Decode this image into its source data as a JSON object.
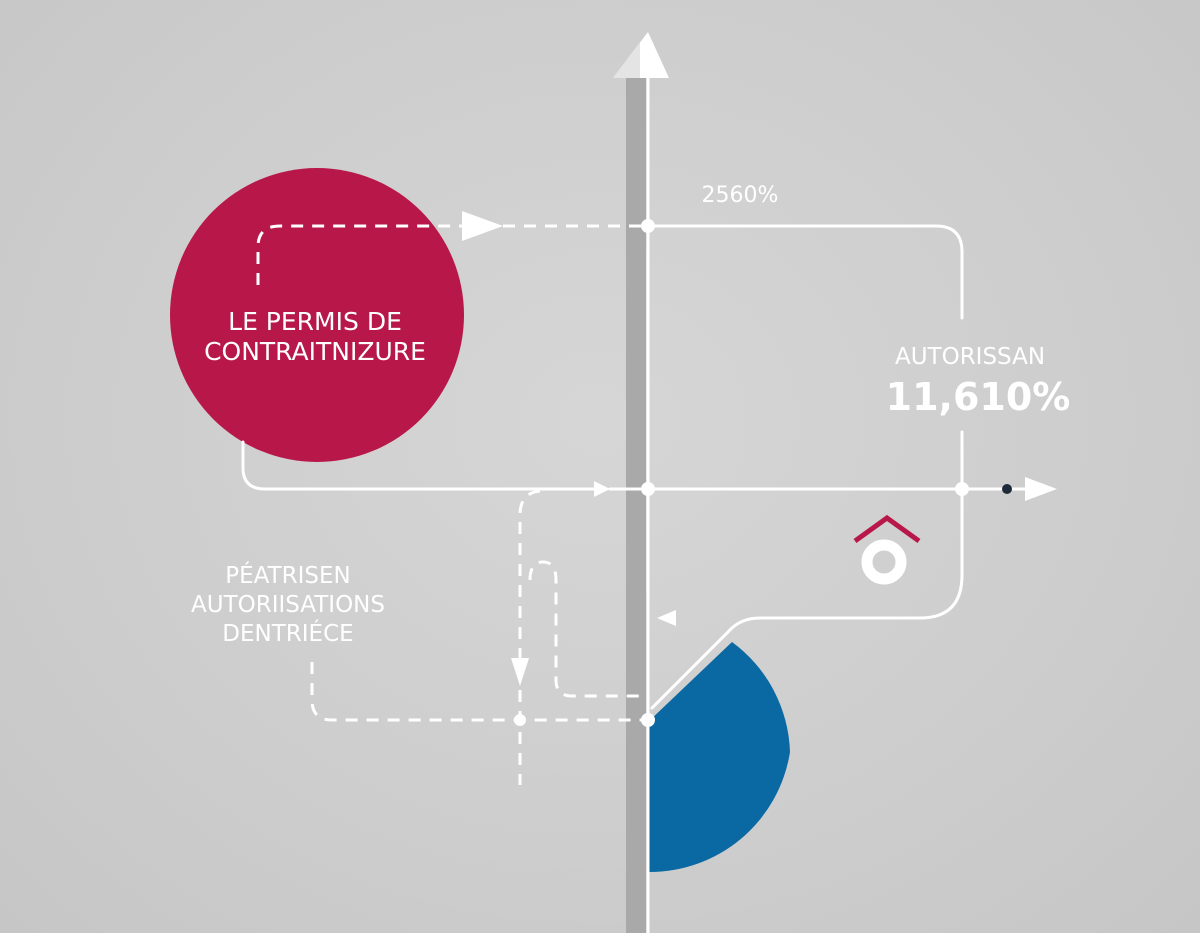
{
  "diagram": {
    "top_percent": "2560%",
    "circle_label": {
      "line1": "LE PERMIS DE",
      "line2": "CONTRAITNIZURE"
    },
    "right_label": {
      "title": "AUTORISSAN",
      "value": "11,610%"
    },
    "left_label": {
      "line1": "PÉATRISEN",
      "line2": "AUTORIISATIONS",
      "line3": "DENTRIÉCE"
    },
    "icons": {
      "house": "house-icon"
    },
    "colors": {
      "background": "#cfcfcf",
      "crimson": "#b8174a",
      "blue": "#0a68a3",
      "axis": "#a8a8a8",
      "line": "#ffffff"
    }
  }
}
